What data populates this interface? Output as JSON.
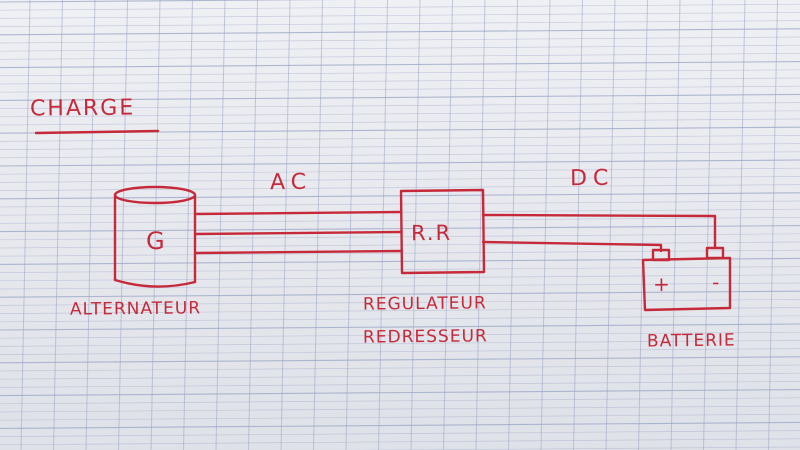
{
  "diagram": {
    "title": "CHARGE",
    "nodes": {
      "alternator": {
        "symbol": "G",
        "label": "ALTERNATEUR"
      },
      "regulator": {
        "symbol": "R.R",
        "label_line1": "REGULATEUR",
        "label_line2": "REDRESSEUR"
      },
      "battery": {
        "plus": "+",
        "minus": "-",
        "label": "BATTERIE"
      }
    },
    "links": {
      "ac": "AC",
      "dc": "DC"
    }
  },
  "colors": {
    "ink": "#c62a3a",
    "paper": "#e6e8ee",
    "grid": "#9aa4c4"
  }
}
